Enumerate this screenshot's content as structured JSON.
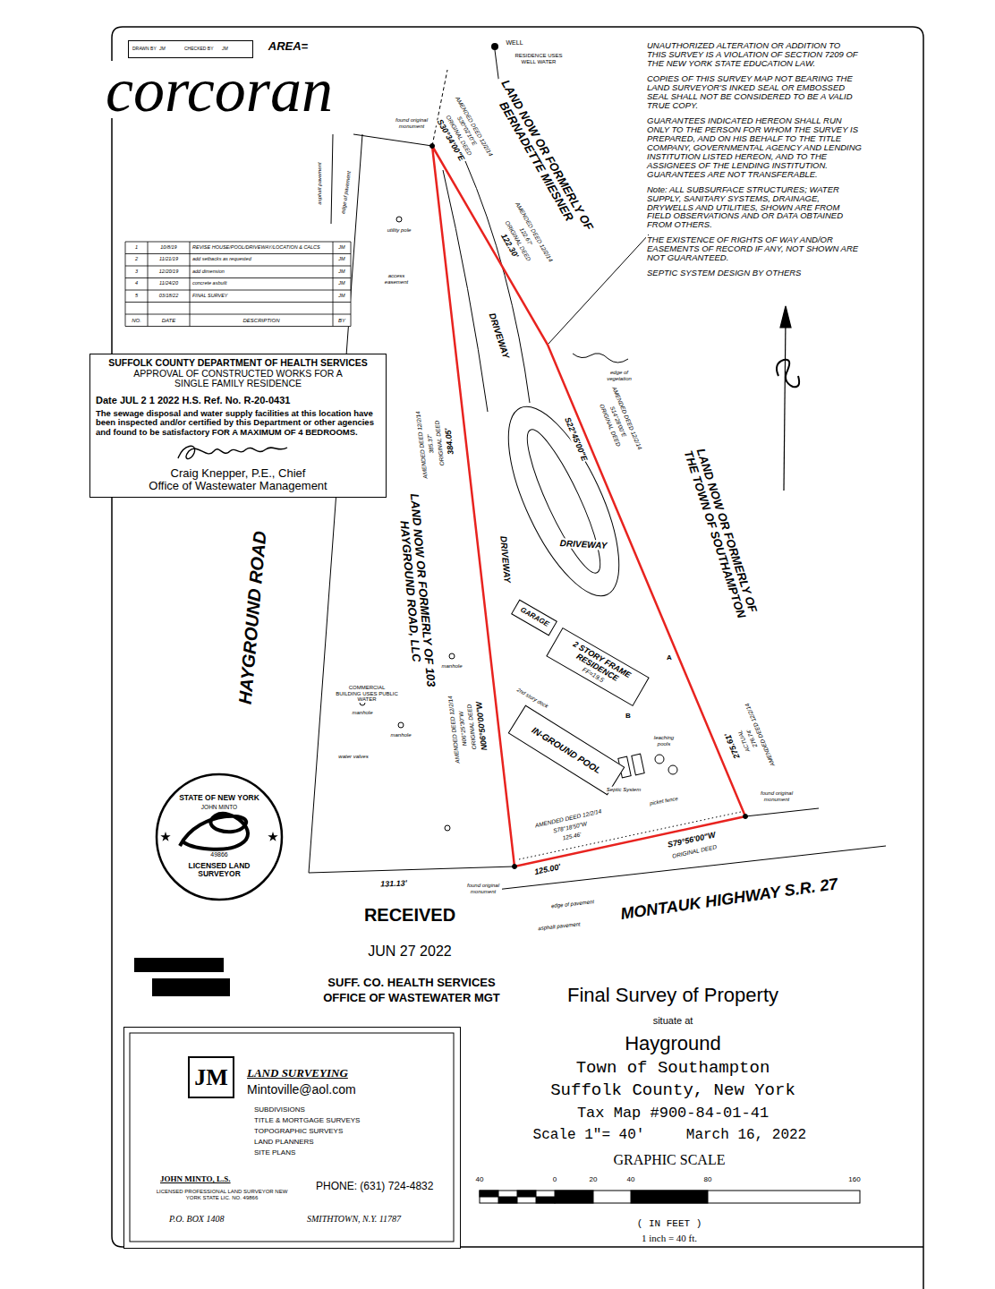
{
  "diagram": {
    "title": "Final Survey of Property",
    "nodes": [
      {
        "text": [
          "DRAWN BY",
          "JM",
          "CHECKED BY",
          "JM"
        ]
      },
      {
        "text": [
          "1",
          "10/8/19",
          "REVISE HOUSE/POOL/DRIVEWAY/LOCATION & CALCS",
          "JM",
          "2",
          "11/21/19",
          "add setbacks as requested",
          "JM",
          "3",
          "12/20/19",
          "add dimension",
          "JM",
          "4",
          "11/24/20",
          "concrete asbuilt",
          "JM",
          "5",
          "03/18/22",
          "FINAL SURVEY",
          "JM",
          "NO.",
          "DATE",
          "DESCRIPTION",
          "BY"
        ]
      },
      {
        "text": [
          "SUFFOLK COUNTY DEPARTMENT OF HEALTH SERVICES",
          "APPROVAL OF CONSTRUCTED WORKS FOR A SINGLE FAMILY RESIDENCE",
          "Date JUL 2 1 2022 H.S. Ref. No. R-20-0431",
          "The sewage disposal and water supply facilities at this location have been inspected and/or certified by this Department or other agencies and found to be satisfactory FOR A MAXIMUM OF 4 BEDROOMS.",
          "Craig Knepper, P.E., Chief",
          "Office of Wastewater Management"
        ]
      },
      {
        "text": [
          "STATE OF NEW YORK",
          "JOHN MINTO",
          "LICENSED LAND SURVEYOR",
          "49866"
        ]
      },
      {
        "text": [
          "GARAGE"
        ]
      },
      {
        "text": [
          "2 STORY FRAME RESIDENCE",
          "FF=19.5"
        ]
      },
      {
        "text": [
          "IN-GROUND POOL"
        ]
      },
      {
        "text": [
          "JM",
          "LAND SURVEYING",
          "Mintoville@aol.com",
          "SUBDIVISIONS",
          "TITLE & MORTGAGE SURVEYS",
          "TOPOGRAPHIC SURVEYS",
          "LAND PLANNERS",
          "SITE PLANS",
          "JOHN MINTO, L.S.",
          "LICENSED PROFESSIONAL LAND SURVEYOR NEW YORK STATE LIC. NO. 49866",
          "PHONE: (631) 724-4832",
          "P.O. BOX 1408",
          "SMITHTOWN, N.Y. 11787"
        ]
      }
    ],
    "labels": [
      "corcoran",
      "AREA=",
      "UNAUTHORIZED ALTERATION OR ADDITION TO THIS SURVEY IS A VIOLATION OF SECTION 7209 OF THE NEW YORK STATE EDUCATION LAW.",
      "COPIES OF THIS SURVEY MAP NOT BEARING THE LAND SURVEYOR'S INKED SEAL OR EMBOSSED SEAL SHALL NOT BE CONSIDERED TO BE A VALID TRUE COPY.",
      "GUARANTEES INDICATED HEREON SHALL RUN ONLY TO THE PERSON FOR WHOM THE SURVEY IS PREPARED, AND ON HIS BEHALF TO THE TITLE COMPANY, GOVERNMENTAL AGENCY AND LENDING INSTITUTION LISTED HEREON, AND TO THE ASSIGNEES OF THE LENDING INSTITUTION. GUARANTEES ARE NOT TRANSFERABLE.",
      "Note: ALL SUBSURFACE STRUCTURES; WATER SUPPLY, SANITARY SYSTEMS, DRAINAGE, DRYWELLS AND UTILITIES, SHOWN ARE FROM FIELD OBSERVATIONS AND OR DATA OBTAINED FROM OTHERS.",
      "THE EXISTENCE OF RIGHTS OF WAY AND/OR EASEMENTS OF RECORD IF ANY, NOT SHOWN ARE NOT GUARANTEED.",
      "SEPTIC SYSTEM DESIGN BY OTHERS",
      "WELL",
      "RESIDENCE USES WELL WATER",
      "found original monument",
      "edge of vegetation",
      "utility pole",
      "access easement",
      "asphalt pavement",
      "edge of pavement",
      "HAYGROUND ROAD",
      "LAND NOW OR FORMERLY OF BERNADETTE MIESNER",
      "LAND NOW OR FORMERLY OF THE TOWN OF SOUTHAMPTON",
      "LAND NOW OR FORMERLY OF 103 HAYGROUND ROAD, LLC",
      "MONTAUK HIGHWAY S.R. 27",
      "DRIVEWAY",
      "DRIVEWAY",
      "DRIVEWAY",
      "AMENDED DEED 12/2/14",
      "S30°02'10\"E",
      "ORIGINAL DEED",
      "S30°34'00\"E",
      "AMENDED DEED 12/2/14",
      "122.67'",
      "ORIGINAL DEED",
      "122.30'",
      "AMENDED DEED 12/2/14",
      "S14°28'00\"E",
      "ORIGINAL DEED",
      "S22°45'00\"E",
      "AMENDED DEED 12/2/14",
      "276.74'",
      "ACTUAL",
      "275.61'",
      "AMENDED DEED 12/2/14",
      "385.37'",
      "ORIGINAL DEED",
      "384.05'",
      "AMENDED DEED 12/2/14",
      "N06°25'30\"W",
      "ORIGINAL DEED",
      "N06°50'00\"W",
      "AMENDED DEED 12/2/14",
      "S78°18'50\"W",
      "125.46'",
      "125.00'",
      "S79°56'00\"W",
      "ORIGINAL DEED",
      "131.13'",
      "found original monument",
      "found original monument",
      "edge of pavement",
      "asphalt pavement",
      "COMMERCIAL BUILDING USES PUBLIC WATER",
      "water valves",
      "manhole",
      "manhole",
      "manhole",
      "2nd story deck",
      "Septic System",
      "leaching pools",
      "picket fence",
      "A",
      "B",
      "RECEIVED",
      "JUN 27 2022",
      "SUFF. CO. HEALTH SERVICES",
      "OFFICE OF WASTEWATER MGT",
      "situate at",
      "Hayground",
      "Town of Southampton",
      "Suffolk County, New York",
      "Tax Map #900-84-01-41",
      "Scale 1\"= 40'",
      "March 16, 2022",
      "GRAPHIC SCALE",
      "40",
      "0",
      "20",
      "40",
      "80",
      "160",
      "( IN FEET )",
      "1 inch = 40 ft."
    ]
  }
}
